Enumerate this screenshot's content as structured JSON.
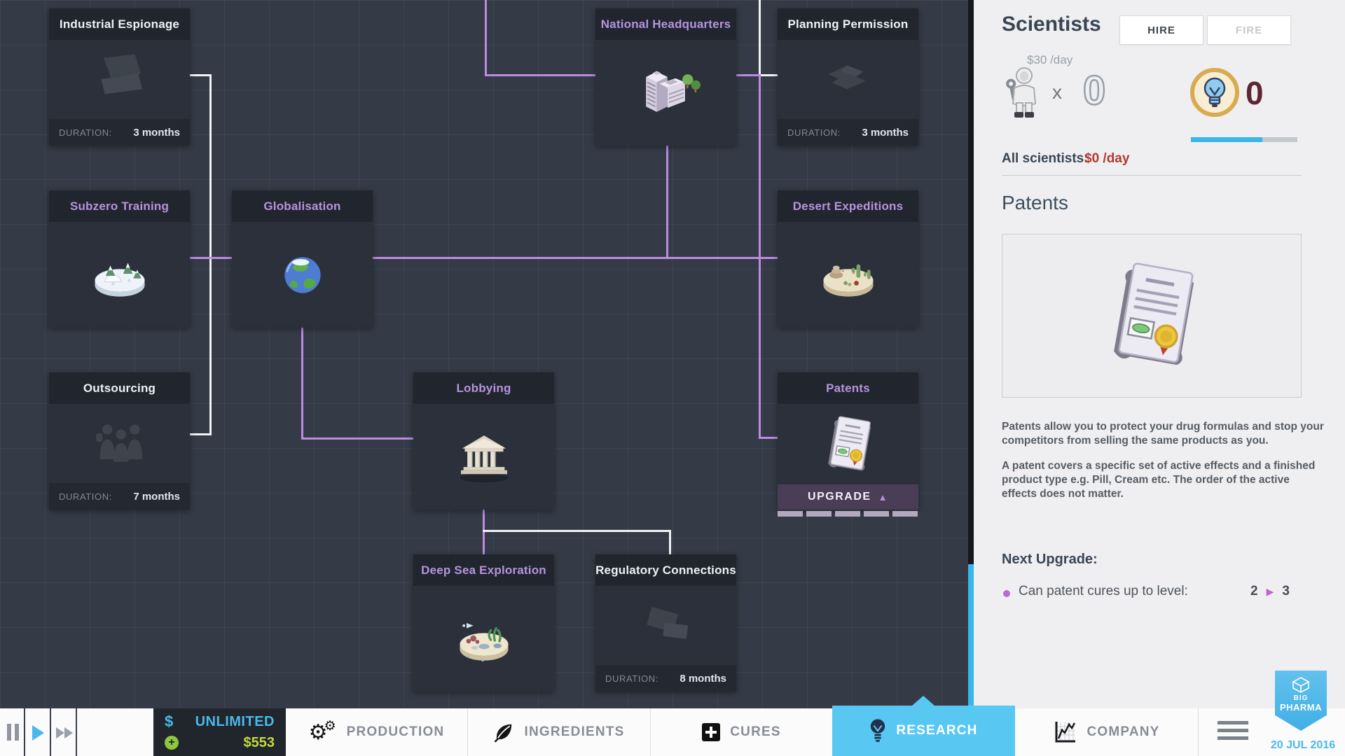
{
  "tree": {
    "nodes": [
      {
        "title": "Industrial Espionage",
        "status": "locked",
        "duration_label": "DURATION:",
        "duration": "3 months"
      },
      {
        "title": "National Headquarters",
        "status": "researched"
      },
      {
        "title": "Planning Permission",
        "status": "locked",
        "duration_label": "DURATION:",
        "duration": "3 months"
      },
      {
        "title": "Subzero Training",
        "status": "researched"
      },
      {
        "title": "Globalisation",
        "status": "researched"
      },
      {
        "title": "Desert Expeditions",
        "status": "researched"
      },
      {
        "title": "Outsourcing",
        "status": "locked",
        "duration_label": "DURATION:",
        "duration": "7 months"
      },
      {
        "title": "Lobbying",
        "status": "researched"
      },
      {
        "title": "Patents",
        "status": "researched",
        "upgrade_label": "UPGRADE"
      },
      {
        "title": "Deep Sea Exploration",
        "status": "researched"
      },
      {
        "title": "Regulatory Connections",
        "status": "locked",
        "duration_label": "DURATION:",
        "duration": "8 months"
      }
    ]
  },
  "panel": {
    "title": "Scientists",
    "hire_label": "HIRE",
    "fire_label": "FIRE",
    "daily_rate": "$30 /day",
    "multiplier": "x",
    "scientist_count": "0",
    "research_points": "0",
    "all_scientists_label": "All scientists:",
    "all_scientists_value": "$0 /day",
    "section_title": "Patents",
    "description_1": "Patents allow you to protect your drug formulas and stop your competitors from selling the same products as you.",
    "description_2": "A patent covers a specific set of active effects and a finished product type e.g. Pill, Cream etc. The order of the active effects does not matter.",
    "next_upgrade_label": "Next Upgrade:",
    "upgrade_item_label": "Can patent cures up to level:",
    "upgrade_from": "2",
    "upgrade_to": "3"
  },
  "toolbar": {
    "money_symbol": "$",
    "budget": "UNLIMITED",
    "cash": "$553",
    "tabs": [
      {
        "label": "PRODUCTION",
        "active": false
      },
      {
        "label": "INGREDIENTS",
        "active": false
      },
      {
        "label": "CURES",
        "active": false
      },
      {
        "label": "RESEARCH",
        "active": true
      },
      {
        "label": "COMPANY",
        "active": false
      }
    ],
    "date": "20 JUL 2016",
    "brand_line1": "BIG",
    "brand_line2": "PHARMA"
  },
  "colors": {
    "accent_cyan": "#58c8f3",
    "line_purple": "#bd8be2",
    "line_white": "#f2f3f6",
    "researched_title": "#b793e0",
    "cash_green": "#c3d93c",
    "cost_red": "#b23a2e",
    "points_maroon": "#5c2633"
  },
  "icons": {
    "playback": [
      "pause-icon",
      "play-icon",
      "fast-forward-icon"
    ],
    "tabs": [
      "gears-icon",
      "leaf-icon",
      "cross-icon",
      "bulb-icon",
      "chart-icon"
    ],
    "panel": [
      "scientist-icon",
      "bulb-medal-icon",
      "patent-document-icon"
    ],
    "menu": "hamburger-icon",
    "brand": "cube-icon"
  }
}
